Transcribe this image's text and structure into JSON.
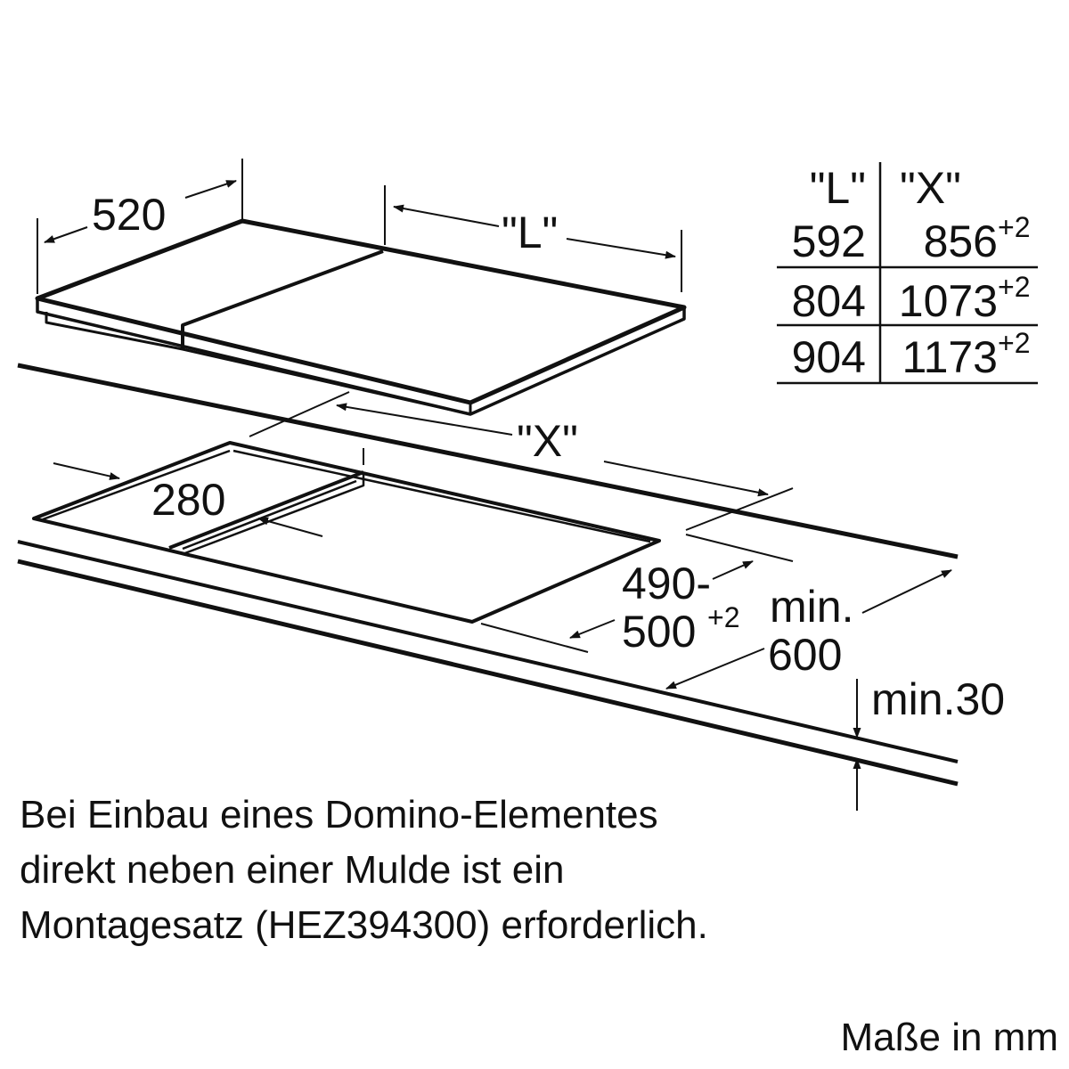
{
  "cooktop": {
    "depth_label": "520",
    "length_label": "\"L\""
  },
  "cutout": {
    "x_label": "\"X\"",
    "domino_width_label": "280",
    "depth_label_line1": "490-",
    "depth_label_line2": "500",
    "depth_label_sup": "+2"
  },
  "worktop": {
    "min_depth_label_line1": "min.",
    "min_depth_label_line2": "600",
    "min_thickness_label": "min.30"
  },
  "table": {
    "header_l": "\"L\"",
    "header_x": "\"X\"",
    "rows": [
      {
        "l": "592",
        "x": "856",
        "sup": "+2"
      },
      {
        "l": "804",
        "x": "1073",
        "sup": "+2"
      },
      {
        "l": "904",
        "x": "1173",
        "sup": "+2"
      }
    ]
  },
  "note": {
    "line1": "Bei Einbau eines Domino-Elementes",
    "line2": "direkt neben einer Mulde ist ein",
    "line3": "Montagesatz (HEZ394300) erforderlich."
  },
  "units_label": "Maße in mm",
  "colors": {
    "line": "#111111",
    "background": "#ffffff"
  }
}
